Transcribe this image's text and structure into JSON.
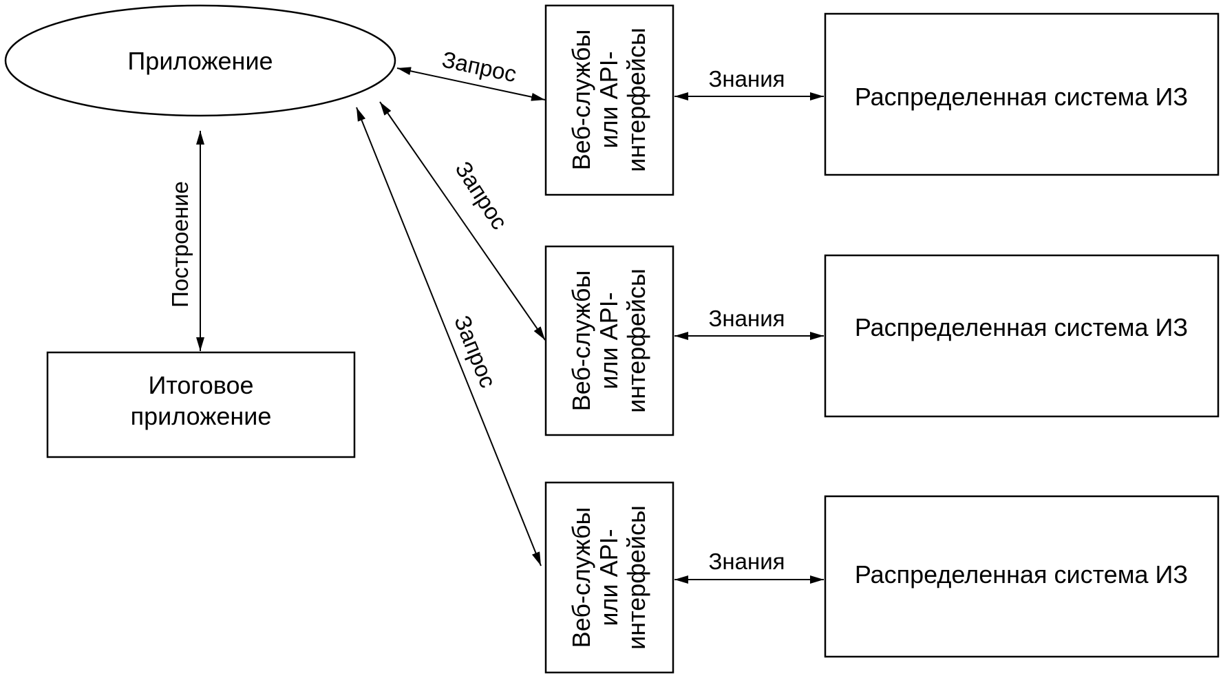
{
  "diagram": {
    "nodes": {
      "app": {
        "label": "Приложение",
        "shape": "ellipse"
      },
      "final_app": {
        "line1": "Итоговое",
        "line2": "приложение",
        "shape": "rectangle"
      },
      "web_services": [
        {
          "line1": "Веб-службы",
          "line2": "или API-",
          "line3": "интерфейсы"
        },
        {
          "line1": "Веб-службы",
          "line2": "или API-",
          "line3": "интерфейсы"
        },
        {
          "line1": "Веб-службы",
          "line2": "или API-",
          "line3": "интерфейсы"
        }
      ],
      "distributed_systems": [
        {
          "label": "Распределенная система ИЗ"
        },
        {
          "label": "Распределенная система ИЗ"
        },
        {
          "label": "Распределенная система ИЗ"
        }
      ]
    },
    "edges": {
      "build": {
        "label": "Построение",
        "from": "app",
        "to": "final_app",
        "bidirectional": true
      },
      "requests": [
        {
          "label": "Запрос",
          "from": "app",
          "to": "web_services.0",
          "bidirectional": true
        },
        {
          "label": "Запрос",
          "from": "app",
          "to": "web_services.1",
          "bidirectional": true
        },
        {
          "label": "Запрос",
          "from": "app",
          "to": "web_services.2",
          "bidirectional": true
        }
      ],
      "knowledge": [
        {
          "label": "Знания",
          "from": "web_services.0",
          "to": "distributed_systems.0",
          "bidirectional": true
        },
        {
          "label": "Знания",
          "from": "web_services.1",
          "to": "distributed_systems.1",
          "bidirectional": true
        },
        {
          "label": "Знания",
          "from": "web_services.2",
          "to": "distributed_systems.2",
          "bidirectional": true
        }
      ]
    }
  }
}
